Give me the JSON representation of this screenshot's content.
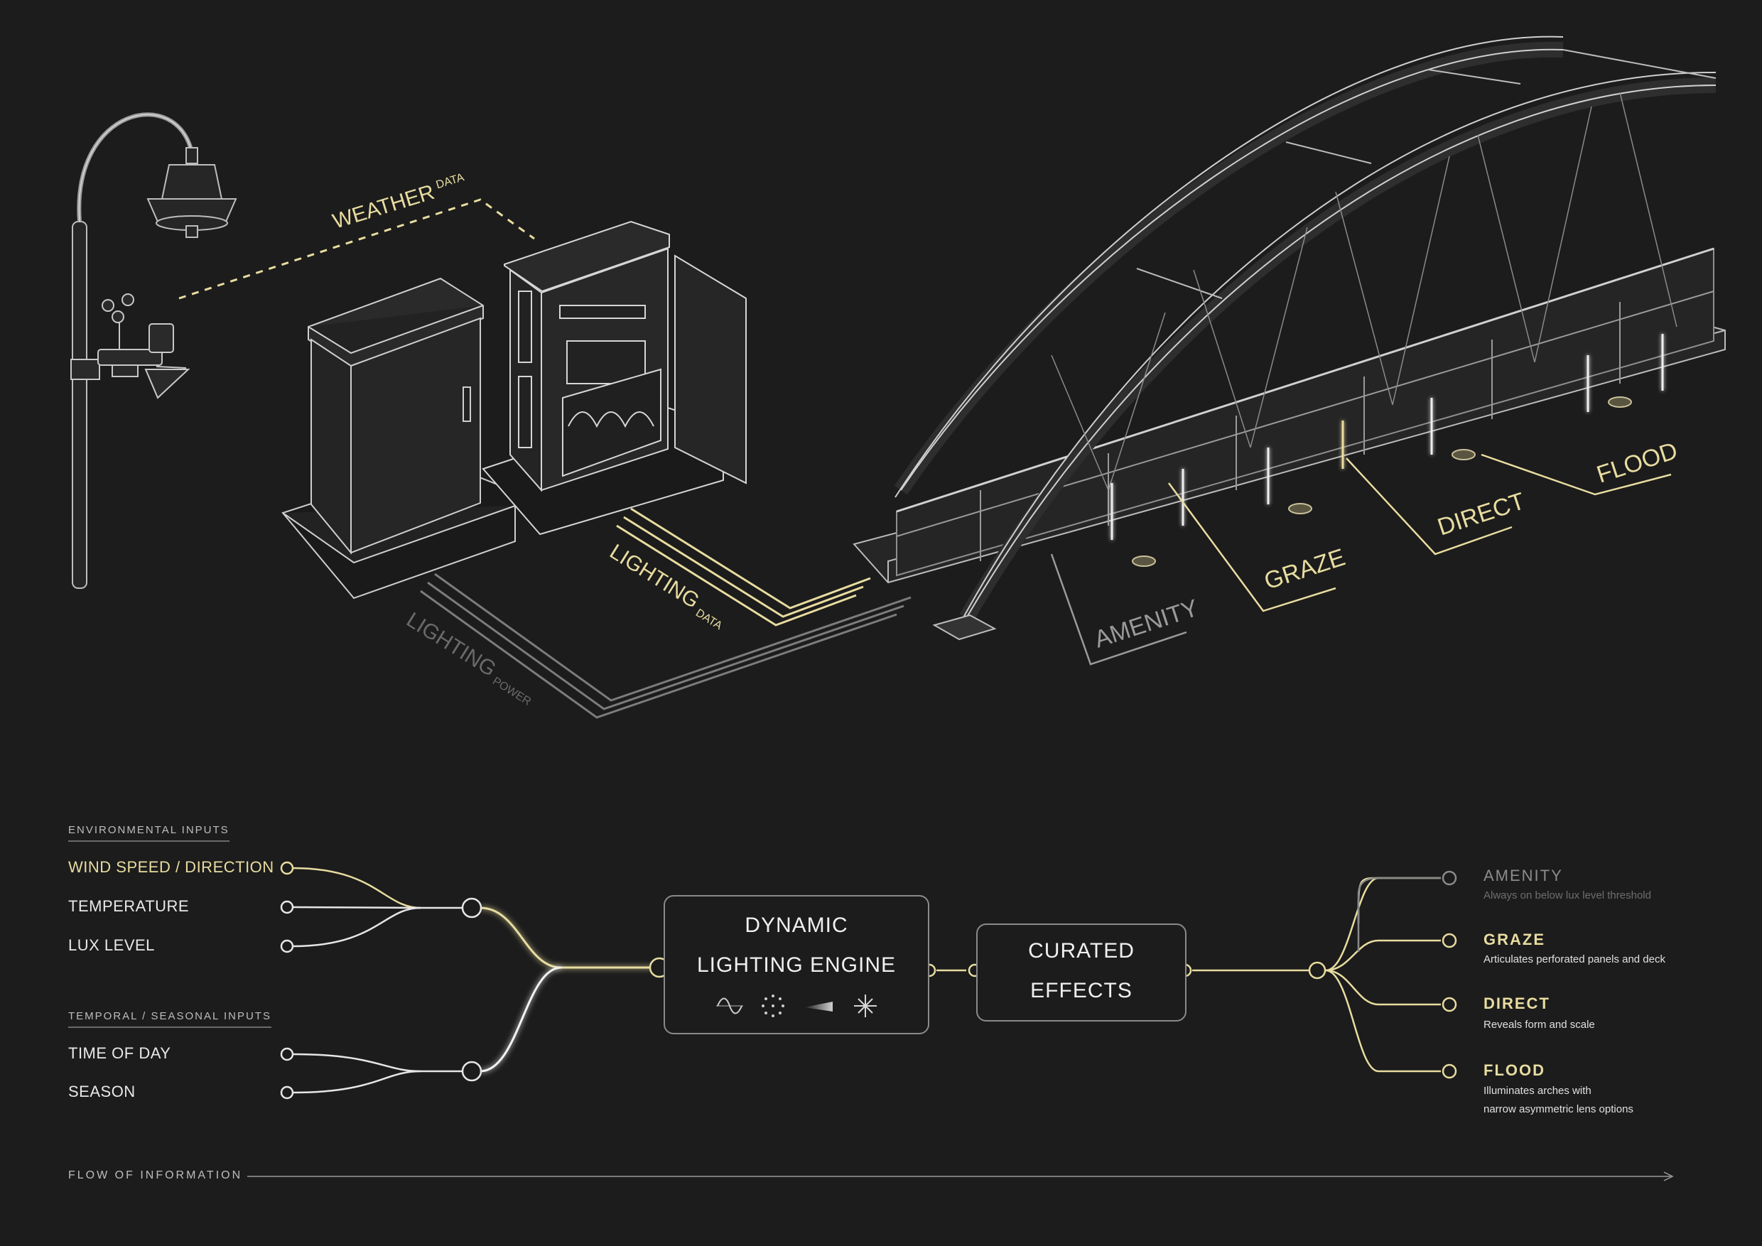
{
  "illustration": {
    "weather_label": "WEATHER",
    "weather_sub": "DATA",
    "lighting_data_label": "LIGHTING",
    "lighting_data_sub": "DATA",
    "lighting_power_label": "LIGHTING",
    "lighting_power_sub": "POWER",
    "bridge_callouts": {
      "amenity": "AMENITY",
      "graze": "GRAZE",
      "direct": "DIRECT",
      "flood": "FLOOD"
    }
  },
  "environmental_inputs": {
    "heading": "ENVIRONMENTAL INPUTS",
    "items": [
      "WIND SPEED / DIRECTION",
      "TEMPERATURE",
      "LUX LEVEL"
    ]
  },
  "temporal_inputs": {
    "heading": "TEMPORAL / SEASONAL INPUTS",
    "items": [
      "TIME OF DAY",
      "SEASON"
    ]
  },
  "engine": {
    "line1": "DYNAMIC",
    "line2": "LIGHTING ENGINE",
    "icons": [
      "sine-wave-icon",
      "dotted-circle-icon",
      "gradient-beam-icon",
      "sparkle-icon"
    ]
  },
  "effects": {
    "line1": "CURATED",
    "line2": "EFFECTS"
  },
  "outputs": [
    {
      "title": "AMENITY",
      "desc": [
        "Always on below lux level threshold"
      ]
    },
    {
      "title": "GRAZE",
      "desc": [
        "Articulates perforated panels and deck"
      ]
    },
    {
      "title": "DIRECT",
      "desc": [
        "Reveals form and scale"
      ]
    },
    {
      "title": "FLOOD",
      "desc": [
        "Illuminates arches with",
        "narrow asymmetric lens options"
      ]
    }
  ],
  "flow_label": "FLOW OF INFORMATION",
  "colors": {
    "background": "#1c1c1c",
    "accent_gold": "#e8dca0",
    "line_white": "#e6e6e6",
    "line_grey": "#8a8a8a"
  }
}
